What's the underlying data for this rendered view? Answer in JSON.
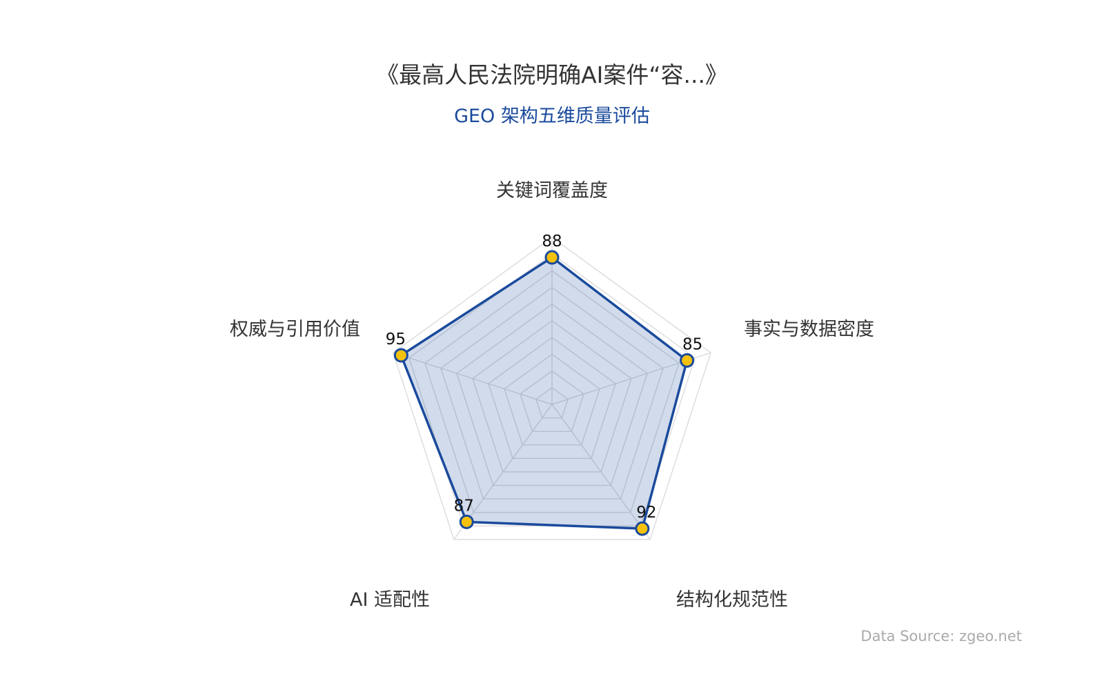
{
  "chart_data": {
    "type": "radar",
    "title": "《最高人民法院明确AI案件“容...》",
    "subtitle": "GEO 架构五维质量评估",
    "indicators": [
      "关键词覆盖度",
      "事实与数据密度",
      "结构化规范性",
      "AI 适配性",
      "权威与引用价值"
    ],
    "max": 100,
    "split_number": 10,
    "values": [
      88,
      85,
      92,
      87,
      95
    ],
    "colors": {
      "line": "#1a4a9c",
      "fill": "rgba(26,74,156,0.2)",
      "point": "#f4c20d",
      "subtitle": "#1a4a9c",
      "split_line": "#dddddd"
    },
    "legend": "none"
  },
  "footer": {
    "source": "Data Source: zgeo.net"
  }
}
